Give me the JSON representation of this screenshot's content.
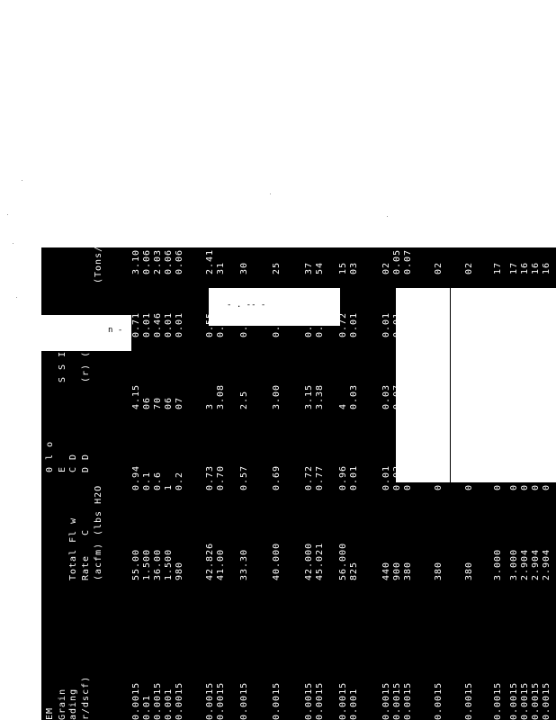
{
  "header": {
    "col1": [
      "EM",
      "Grain",
      "ading",
      "r/dscf)"
    ],
    "col2": [
      "Total Fl w",
      "Rate",
      "(acfm)"
    ],
    "col3": [
      "C",
      "(lbs H2O"
    ],
    "col4": [
      "0  l  o",
      "E",
      "C  D",
      "D  D"
    ],
    "col5": [
      "S  S  I  O",
      "(r)  (lbs"
    ],
    "col6": [
      "(Tons/yr)"
    ]
  },
  "rows": [
    {
      "grain": "0.0015",
      "flow": "55.00",
      "c3": "0.94",
      "c4": "4.15",
      "c5": "0.71",
      "c6": "3.10"
    },
    {
      "grain": "0.01",
      "flow": "1.500",
      "c3": "0.1",
      "c4": "06",
      "c5": "0.01",
      "c6": "0.06"
    },
    {
      "grain": "0.0015",
      "flow": "36.00",
      "c3": "0.6",
      "c4": "70",
      "c5": "0.46",
      "c6": "2.03"
    },
    {
      "grain": "0.001",
      "flow": "1.500",
      "c3": "1",
      "c4": "06",
      "c5": "0.01",
      "c6": "0.06"
    },
    {
      "grain": "0.0015",
      "flow": "980",
      "c3": "0.2",
      "c4": "07",
      "c5": "0.01",
      "c6": "0.06"
    },
    {
      "grain": "0.0015",
      "flow": "42.826",
      "c3": "0.73",
      "c4": "3",
      "c5": "0.55",
      "c6": "2.41"
    },
    {
      "grain": "0.0015",
      "flow": "41.00",
      "c3": "0.70",
      "c4": "3.08",
      "c5": "0.53",
      "c6": "31"
    },
    {
      "grain": "0.0015",
      "flow": "33.30",
      "c3": "0.57",
      "c4": "2.5",
      "c5": "0.43",
      "c6": "30"
    },
    {
      "grain": "0.0015",
      "flow": "40.000",
      "c3": "0.69",
      "c4": "3.00",
      "c5": "0.51",
      "c6": "25"
    },
    {
      "grain": "0.0015",
      "flow": "42.000",
      "c3": "0.72",
      "c4": "3.15",
      "c5": "0.54",
      "c6": "37"
    },
    {
      "grain": "0.0015",
      "flow": "45.021",
      "c3": "0.77",
      "c4": "3.38",
      "c5": "0.58",
      "c6": "54"
    },
    {
      "grain": "0.0015",
      "flow": "56.000",
      "c3": "0.96",
      "c4": "4",
      "c5": "0.72",
      "c6": "15"
    },
    {
      "grain": "0.001",
      "flow": "825",
      "c3": "0.01",
      "c4": "0.03",
      "c5": "0.01",
      "c6": "03"
    },
    {
      "grain": "0.0015",
      "flow": "440",
      "c3": "0.01",
      "c4": "0.03",
      "c5": "0.01",
      "c6": "02"
    },
    {
      "grain": "0.0015",
      "flow": "900",
      "c3": "0.02",
      "c4": "0.07",
      "c5": "0.01",
      "c6": "0.05"
    },
    {
      "grain": "0.0015",
      "flow": "380",
      "c3": "0.01",
      "c4": "0.03",
      "c5": "0.01",
      "c6": "0.07"
    },
    {
      "grain": "0.0015",
      "flow": "380",
      "c3": "0.01",
      "c4": "",
      "c5": "",
      "c6": "02"
    },
    {
      "grain": "0.0015",
      "flow": "380",
      "c3": "0.01",
      "c4": "",
      "c5": "",
      "c6": "02"
    },
    {
      "grain": "0.0015",
      "flow": "3.000",
      "c3": "0.05",
      "c4": "",
      "c5": "",
      "c6": "17"
    },
    {
      "grain": "0.0015",
      "flow": "3.000",
      "c3": "0.05",
      "c4": "",
      "c5": "",
      "c6": "17"
    },
    {
      "grain": "0.0015",
      "flow": "2.904",
      "c3": "0.05",
      "c4": "",
      "c5": "",
      "c6": "16"
    },
    {
      "grain": "0.0015",
      "flow": "2.904",
      "c3": "0.05",
      "c4": "",
      "c5": "",
      "c6": "16"
    },
    {
      "grain": "0.0015",
      "flow": "2.904",
      "c3": "0.05",
      "c4": "",
      "c5": "",
      "c6": "16"
    },
    {
      "grain": "0.0015",
      "flow": "2.904",
      "c3": "0.05",
      "c4": "",
      "c5": "",
      "c6": "16"
    },
    {
      "grain": "0.0015",
      "flow": "3.000",
      "c3": "0.05",
      "c4": "",
      "c5": "",
      "c6": "17"
    }
  ],
  "artifacts": {
    "patch_small_text": "n -",
    "patch_mid_text": "- . -- -"
  }
}
